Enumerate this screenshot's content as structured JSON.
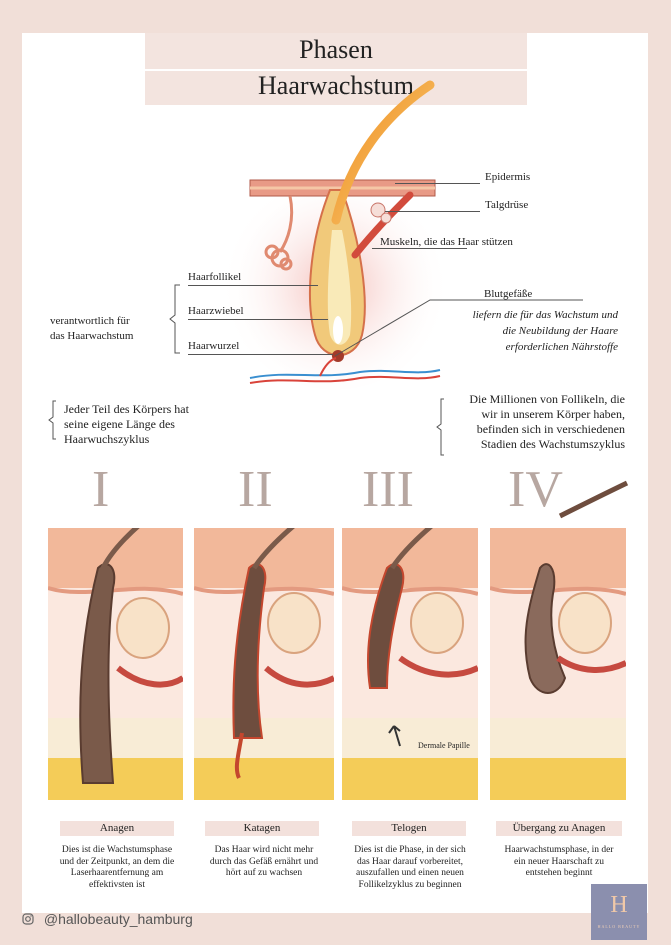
{
  "title": {
    "line1": "Phasen",
    "line2": "Haarwachstum"
  },
  "diagram_labels": {
    "epidermis": "Epidermis",
    "talgdruese": "Talgdrüse",
    "muskeln": "Muskeln, die das Haar stützen",
    "haarfollikel": "Haarfollikel",
    "haarzwiebel": "Haarzwiebel",
    "haarwurzel": "Haarwurzel",
    "blutgefaesse": "Blutgefäße",
    "blut_note_1": "liefern die für das Wachstum und",
    "blut_note_2": "die Neubildung der Haare",
    "blut_note_3": "erforderlichen Nährstoffe",
    "verantwortlich_1": "verantwortlich für",
    "verantwortlich_2": "das Haarwachstum",
    "dermale_papille": "Dermale Papille"
  },
  "notes": {
    "left": [
      "Jeder Teil des Körpers hat",
      "seine eigene Länge des",
      "Haarwuchszyklus"
    ],
    "right": [
      "Die Millionen von Follikeln, die",
      "wir in unserem Körper haben,",
      "befinden sich in verschiedenen",
      "Stadien des Wachstumszyklus"
    ]
  },
  "phases": [
    {
      "numeral": "I",
      "name": "Anagen",
      "desc": [
        "Dies ist die Wachstumsphase",
        "und der Zeitpunkt, an dem die",
        "Laserhaarentfernung am",
        "effektivsten ist"
      ]
    },
    {
      "numeral": "II",
      "name": "Katagen",
      "desc": [
        "Das Haar wird nicht mehr",
        "durch das Gefäß ernährt und",
        "hört auf zu wachsen"
      ]
    },
    {
      "numeral": "III",
      "name": "Telogen",
      "desc": [
        "Dies ist die Phase, in der sich",
        "das Haar darauf vorbereitet,",
        "auszufallen und einen neuen",
        "Follikelzyklus zu beginnen"
      ]
    },
    {
      "numeral": "IV",
      "name": "Übergang zu Anagen",
      "desc": [
        "Haarwachstumsphase, in der",
        "ein neuer Haarschaft zu",
        "entstehen beginnt"
      ]
    }
  ],
  "footer": {
    "handle": "@hallobeauty_hamburg",
    "icon": "instagram-icon"
  },
  "logo": {
    "letter": "H",
    "sub": "HALLO BEAUTY"
  },
  "colors": {
    "background": "#f1dfd8",
    "label_band": "#f3e1dc",
    "numeral": "#b7a7a1",
    "skin": "#f2b89a",
    "fat": "#f4cc58",
    "hair": "#7a5a4a",
    "logo_bg": "#8b8fae"
  }
}
